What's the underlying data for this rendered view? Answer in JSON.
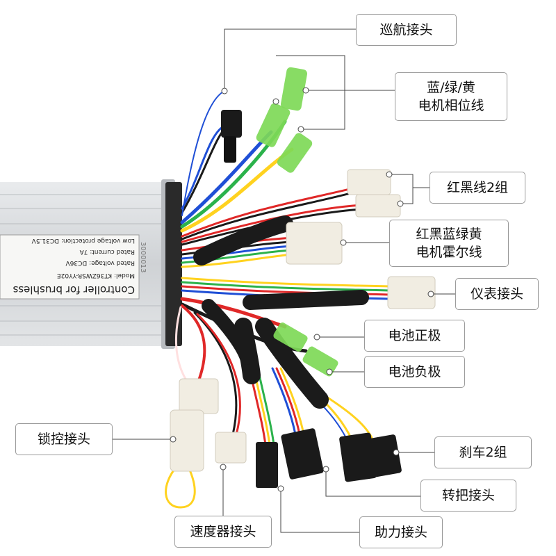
{
  "colors": {
    "housing": "#d4d6d8",
    "sleeve": "#1b1b1b",
    "connector_white": "#f1ede2",
    "connector_black": "#1a1a1a",
    "connector_green": "#7ed957",
    "leader": "#444444"
  },
  "product_label": {
    "title": "Controller for brushless",
    "model": "Model: KT36ZWSR-YY02E",
    "rated_voltage": "Rated voltage: DC36V",
    "rated_current": "Rated current: 7A",
    "low_voltage": "Low voltage protection: DC31.5V",
    "side_code": "3000013"
  },
  "callouts": {
    "cruise": {
      "lines": [
        "巡航接头"
      ]
    },
    "motor_phase": {
      "lines": [
        "蓝/绿/黄",
        "电机相位线"
      ]
    },
    "red_black_pair": {
      "lines": [
        "红黑线2组"
      ]
    },
    "hall": {
      "lines": [
        "红黑蓝绿黄",
        "电机霍尔线"
      ]
    },
    "meter": {
      "lines": [
        "仪表接头"
      ]
    },
    "battery_pos": {
      "lines": [
        "电池正极"
      ]
    },
    "battery_neg": {
      "lines": [
        "电池负极"
      ]
    },
    "lock": {
      "lines": [
        "锁控接头"
      ]
    },
    "brake": {
      "lines": [
        "刹车2组"
      ]
    },
    "throttle": {
      "lines": [
        "转把接头"
      ]
    },
    "assist": {
      "lines": [
        "助力接头"
      ]
    },
    "speed": {
      "lines": [
        "速度器接头"
      ]
    }
  }
}
